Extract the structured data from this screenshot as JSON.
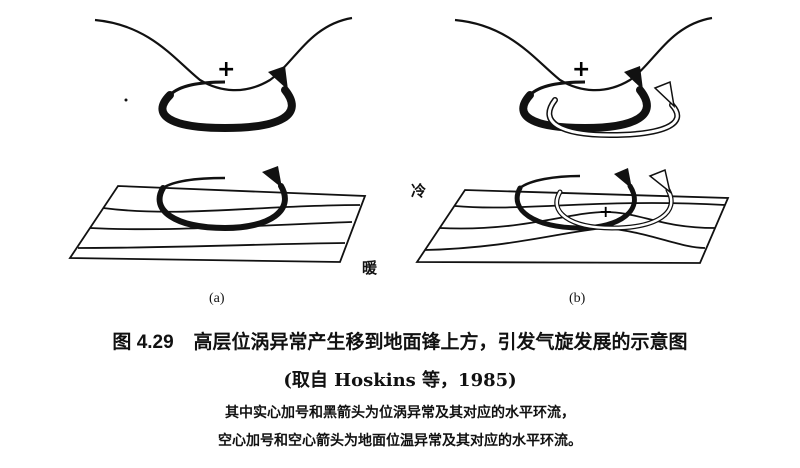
{
  "figure": {
    "panels": [
      {
        "id": "a",
        "label": "(a)"
      },
      {
        "id": "b",
        "label": "(b)"
      }
    ],
    "annotations": {
      "cold": "冷",
      "warm": "暖"
    },
    "symbols": {
      "plus": "+"
    }
  },
  "caption": {
    "figure_number": "图 4.29",
    "title": "高层位涡异常产生移到地面锋上方，引发气旋发展的示意图",
    "source": "(取自 Hoskins 等，1985)",
    "note_line1": "其中实心加号和黑箭头为位涡异常及其对应的水平环流，",
    "note_line2": "空心加号和空心箭头为地面位温异常及其对应的水平环流。"
  }
}
